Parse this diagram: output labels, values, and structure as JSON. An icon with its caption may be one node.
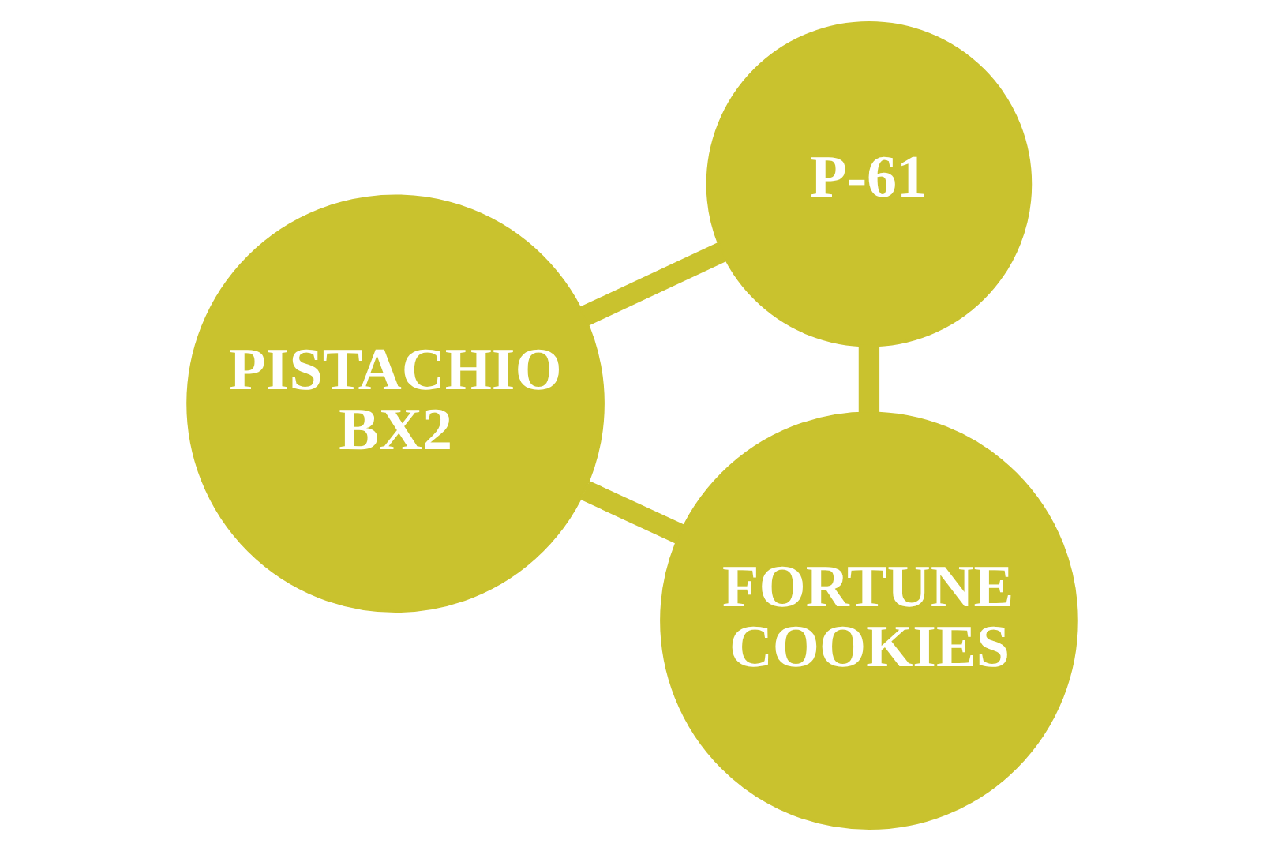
{
  "diagram": {
    "nodes": [
      {
        "text": [
          "PISTACHIO BX2"
        ]
      },
      {
        "text": [
          "P-61"
        ]
      },
      {
        "text": [
          "FORTUNE COOKIES"
        ]
      }
    ],
    "edges": [
      {
        "from": 0,
        "to": 1,
        "arrow": "none"
      },
      {
        "from": 0,
        "to": 2,
        "arrow": "none"
      },
      {
        "from": 1,
        "to": 2,
        "arrow": "none"
      }
    ]
  }
}
